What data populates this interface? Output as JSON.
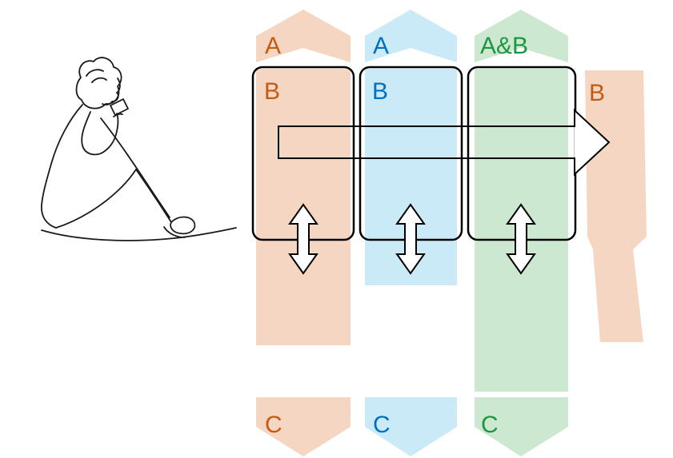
{
  "diagram": {
    "columns": [
      {
        "top_label": "A",
        "box_label": "B",
        "bottom_label": "C",
        "band_color": "#F4D6C2",
        "label_color": "#C55A11"
      },
      {
        "top_label": "A",
        "box_label": "B",
        "bottom_label": "C",
        "band_color": "#CBEAF8",
        "label_color": "#0070C0"
      },
      {
        "top_label": "A&B",
        "bottom_label": "C",
        "band_color": "#CDE8D1",
        "label_color": "#1E9641"
      }
    ],
    "output_band": {
      "label": "B",
      "band_color": "#F4D6C2",
      "label_color": "#C55A11"
    }
  }
}
